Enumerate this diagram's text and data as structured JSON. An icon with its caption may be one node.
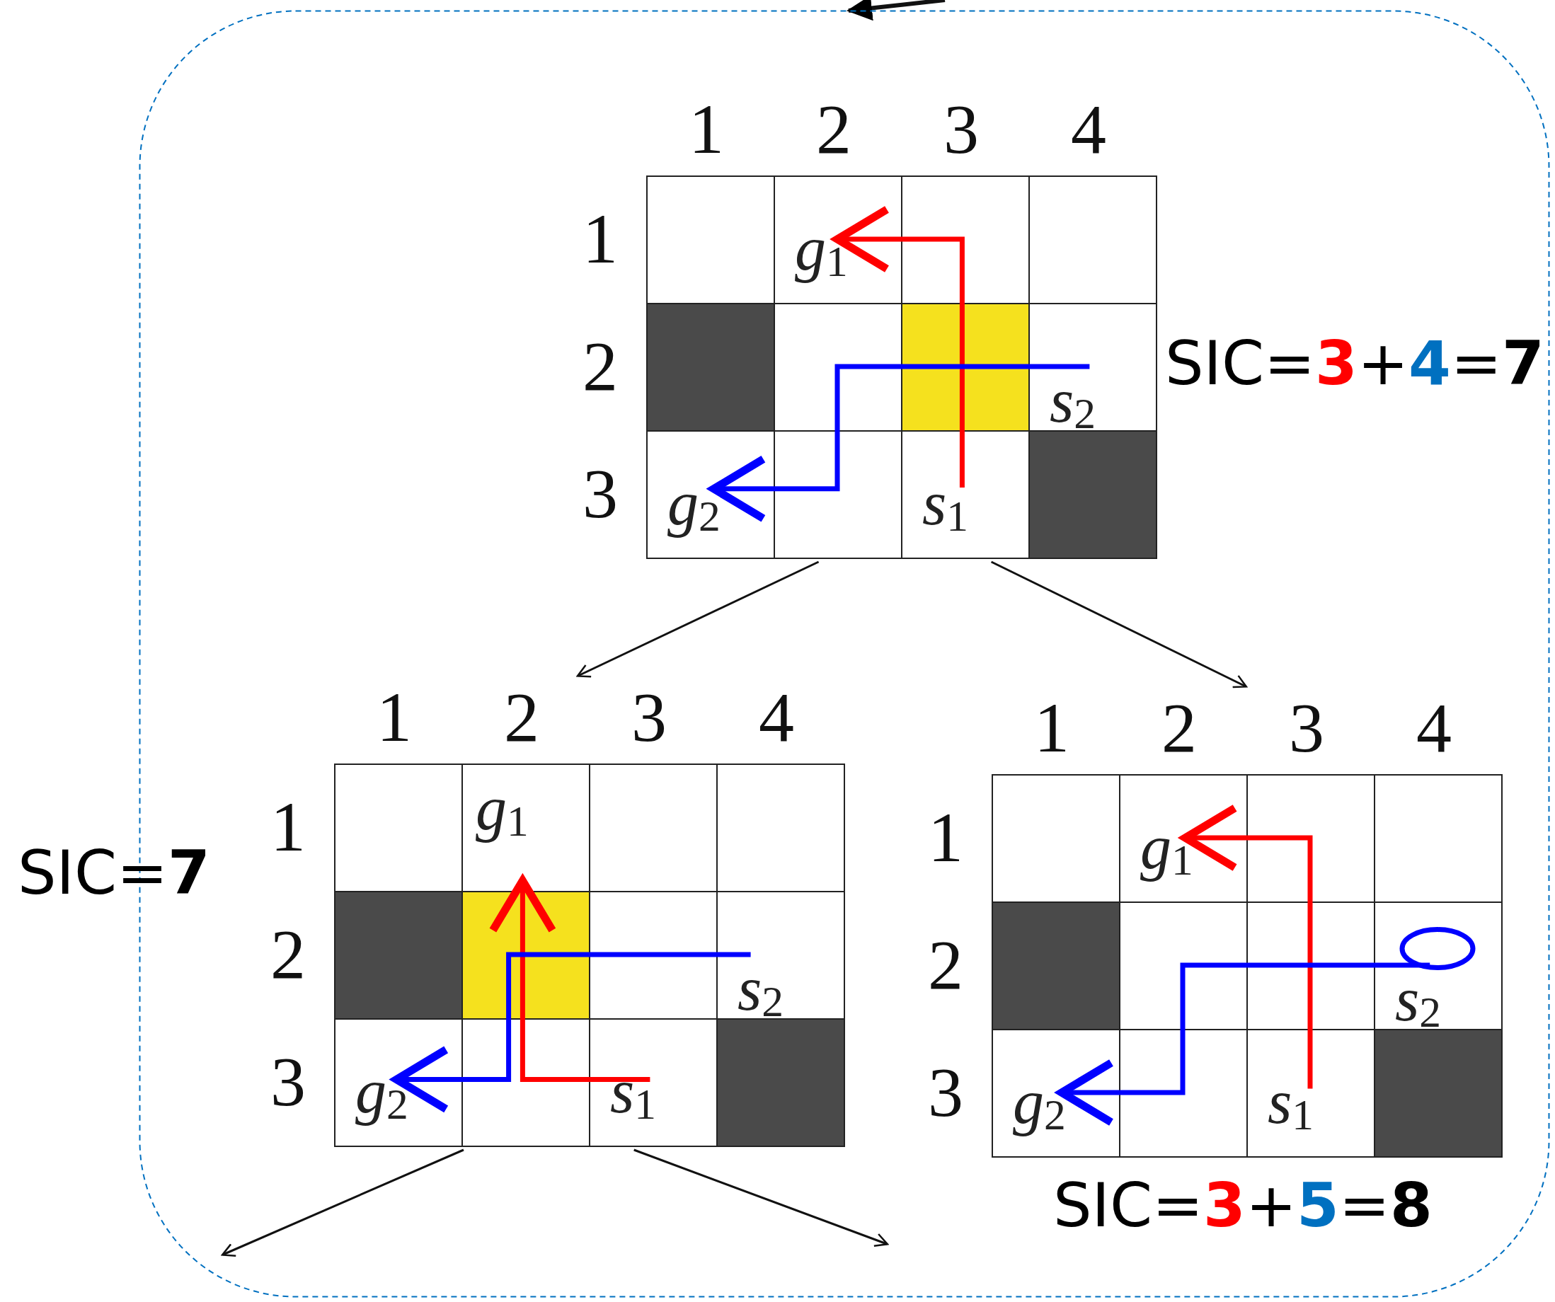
{
  "diagram": {
    "nodes": [
      {
        "text": [],
        "shape": "box"
      },
      {
        "text": [
          "1",
          "2",
          "3",
          "4",
          "1",
          "2",
          "3",
          "*g*$_{1}$",
          "*s*$_{2}$",
          "*g*$_{2}$",
          "*s*$_{1}$"
        ],
        "in": 0,
        "beside": [
          "SIC=**3**+**4**=**7**"
        ]
      },
      {
        "text": [
          "1",
          "2",
          "3",
          "4",
          "1",
          "2",
          "3",
          "*g*$_{1}$",
          "*s*$_{2}$",
          "*g*$_{2}$",
          "*s*$_{1}$"
        ],
        "in": 0,
        "beside": [
          "SIC=**7**"
        ]
      },
      {
        "text": [
          "1",
          "2",
          "3",
          "4",
          "1",
          "2",
          "3",
          "*g*$_{1}$",
          "*s*$_{2}$",
          "*g*$_{2}$",
          "*s*$_{1}$"
        ],
        "in": 0,
        "beside": [
          "SIC=**3**+**5**=**8**"
        ]
      }
    ],
    "edges": [
      {
        "from": null,
        "to": 0,
        "arrow": "to"
      },
      {
        "from": 1,
        "to": 2,
        "arrow": "to"
      },
      {
        "from": 1,
        "to": 3,
        "arrow": "to"
      },
      {
        "from": 2,
        "to": null,
        "arrow": "to"
      },
      {
        "from": 2,
        "to": null,
        "arrow": "to"
      }
    ]
  }
}
